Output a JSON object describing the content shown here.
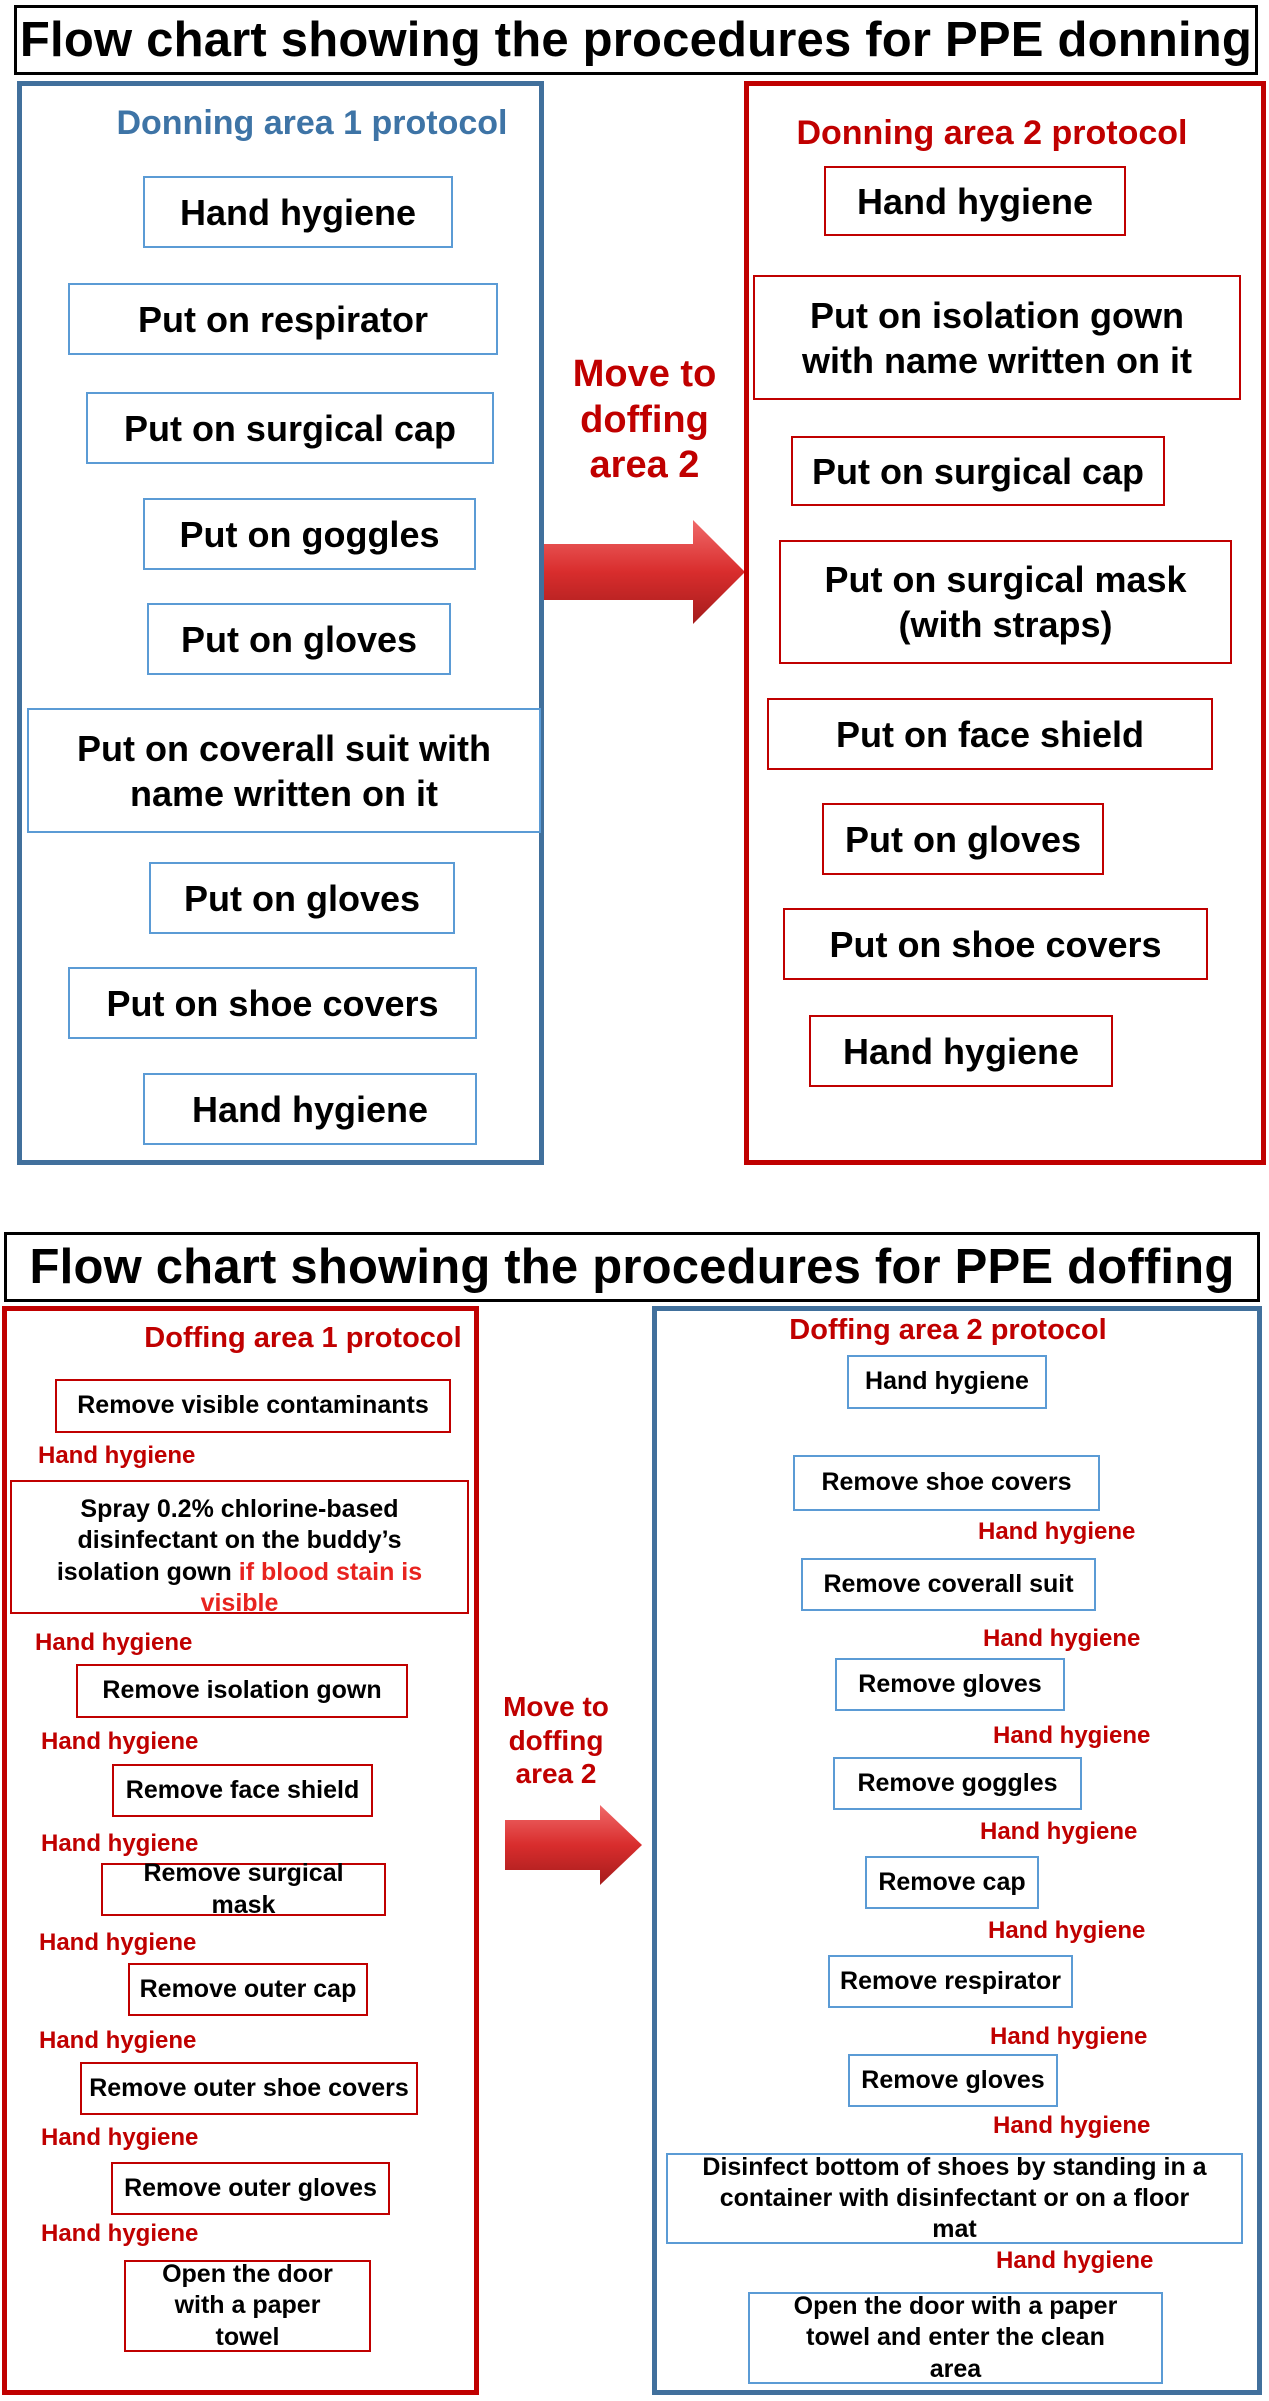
{
  "donning": {
    "title": "Flow chart showing the procedures for PPE donning",
    "area1": {
      "title": "Donning area 1 protocol",
      "steps": [
        "Hand hygiene",
        "Put on respirator",
        "Put on surgical cap",
        "Put  on goggles",
        "Put on gloves",
        "Put on coverall suit with name written on it",
        "Put on gloves",
        "Put on shoe covers",
        "Hand hygiene"
      ]
    },
    "move": [
      "Move to",
      "doffing",
      "area 2"
    ],
    "area2": {
      "title": "Donning area 2 protocol",
      "steps": [
        "Hand hygiene",
        "Put on isolation gown with name written on it",
        "Put on surgical cap",
        "Put on surgical mask (with straps)",
        "Put on face shield",
        "Put on gloves",
        "Put on shoe covers",
        "Hand hygiene"
      ]
    }
  },
  "doffing": {
    "title": "Flow chart showing the procedures for PPE doffing",
    "area1": {
      "title": "Doffing area 1 protocol",
      "steps": [
        "Remove visible contaminants",
        "Spray 0.2% chlorine-based disinfectant on the buddy’s isolation gown",
        "Remove isolation gown",
        "Remove face shield",
        "Remove surgical mask",
        "Remove outer cap",
        "Remove outer shoe covers",
        "Remove outer gloves",
        "Open the door with a paper towel"
      ],
      "step2_highlight": "if blood stain is visible",
      "hand_hygiene": "Hand hygiene"
    },
    "move": [
      "Move to",
      "doffing",
      "area 2"
    ],
    "area2": {
      "title": "Doffing area 2 protocol",
      "steps": [
        "Hand hygiene",
        "Remove shoe covers",
        "Remove coverall suit",
        "Remove gloves",
        "Remove goggles",
        "Remove cap",
        "Remove respirator",
        "Remove gloves",
        "Disinfect bottom of shoes by standing in a container with disinfectant or on a floor mat",
        "Open the door with a paper towel and enter the clean area"
      ],
      "hand_hygiene": "Hand hygiene"
    }
  },
  "colors": {
    "blue_border": "#41709c",
    "blue_box": "#5b9bd5",
    "red": "#c00000",
    "highlight": "#e8231f",
    "blue_title": "#3e74a6"
  }
}
